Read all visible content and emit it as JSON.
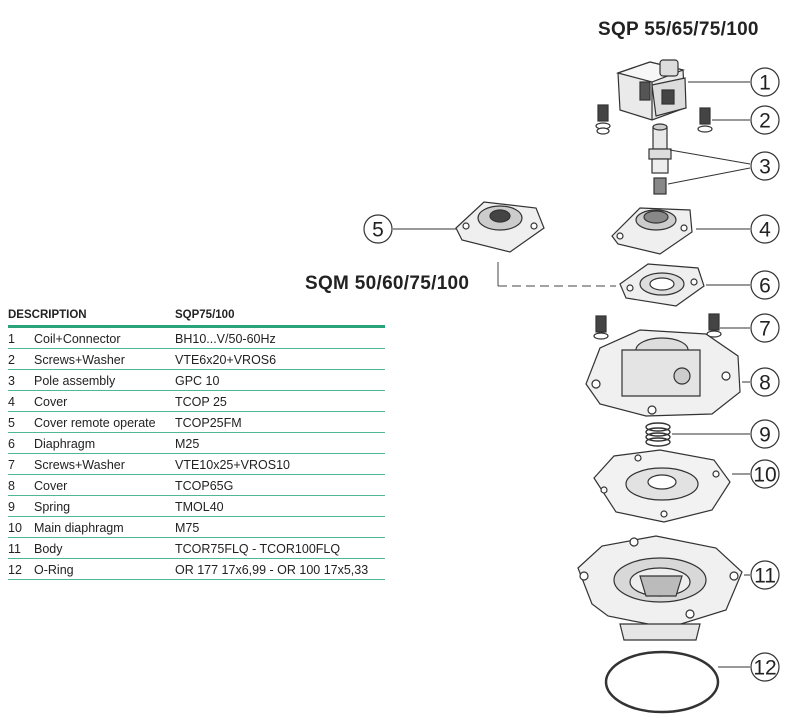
{
  "titles": {
    "sqp": "SQP 55/65/75/100",
    "sqm": "SQM 50/60/75/100"
  },
  "table": {
    "headers": {
      "description": "DESCRIPTION",
      "model": "SQP75/100"
    },
    "rows": [
      {
        "num": "1",
        "desc": "Coil+Connector",
        "code": "BH10...V/50-60Hz"
      },
      {
        "num": "2",
        "desc": "Screws+Washer",
        "code": "VTE6x20+VROS6"
      },
      {
        "num": "3",
        "desc": "Pole assembly",
        "code": "GPC 10"
      },
      {
        "num": "4",
        "desc": "Cover",
        "code": "TCOP 25"
      },
      {
        "num": "5",
        "desc": "Cover remote operate",
        "code": "TCOP25FM"
      },
      {
        "num": "6",
        "desc": "Diaphragm",
        "code": "M25"
      },
      {
        "num": "7",
        "desc": "Screws+Washer",
        "code": "VTE10x25+VROS10"
      },
      {
        "num": "8",
        "desc": "Cover",
        "code": "TCOP65G"
      },
      {
        "num": "9",
        "desc": "Spring",
        "code": "TMOL40"
      },
      {
        "num": "10",
        "desc": "Main diaphragm",
        "code": "M75"
      },
      {
        "num": "11",
        "desc": "Body",
        "code": "TCOR75FLQ - TCOR100FLQ"
      },
      {
        "num": "12",
        "desc": "O-Ring",
        "code": "OR 177 17x6,99 - OR 100 17x5,33"
      }
    ]
  },
  "callouts": [
    "1",
    "2",
    "3",
    "4",
    "5",
    "6",
    "7",
    "8",
    "9",
    "10",
    "11",
    "12"
  ],
  "colors": {
    "table_rule": "#2aa37a",
    "line": "#333333"
  }
}
